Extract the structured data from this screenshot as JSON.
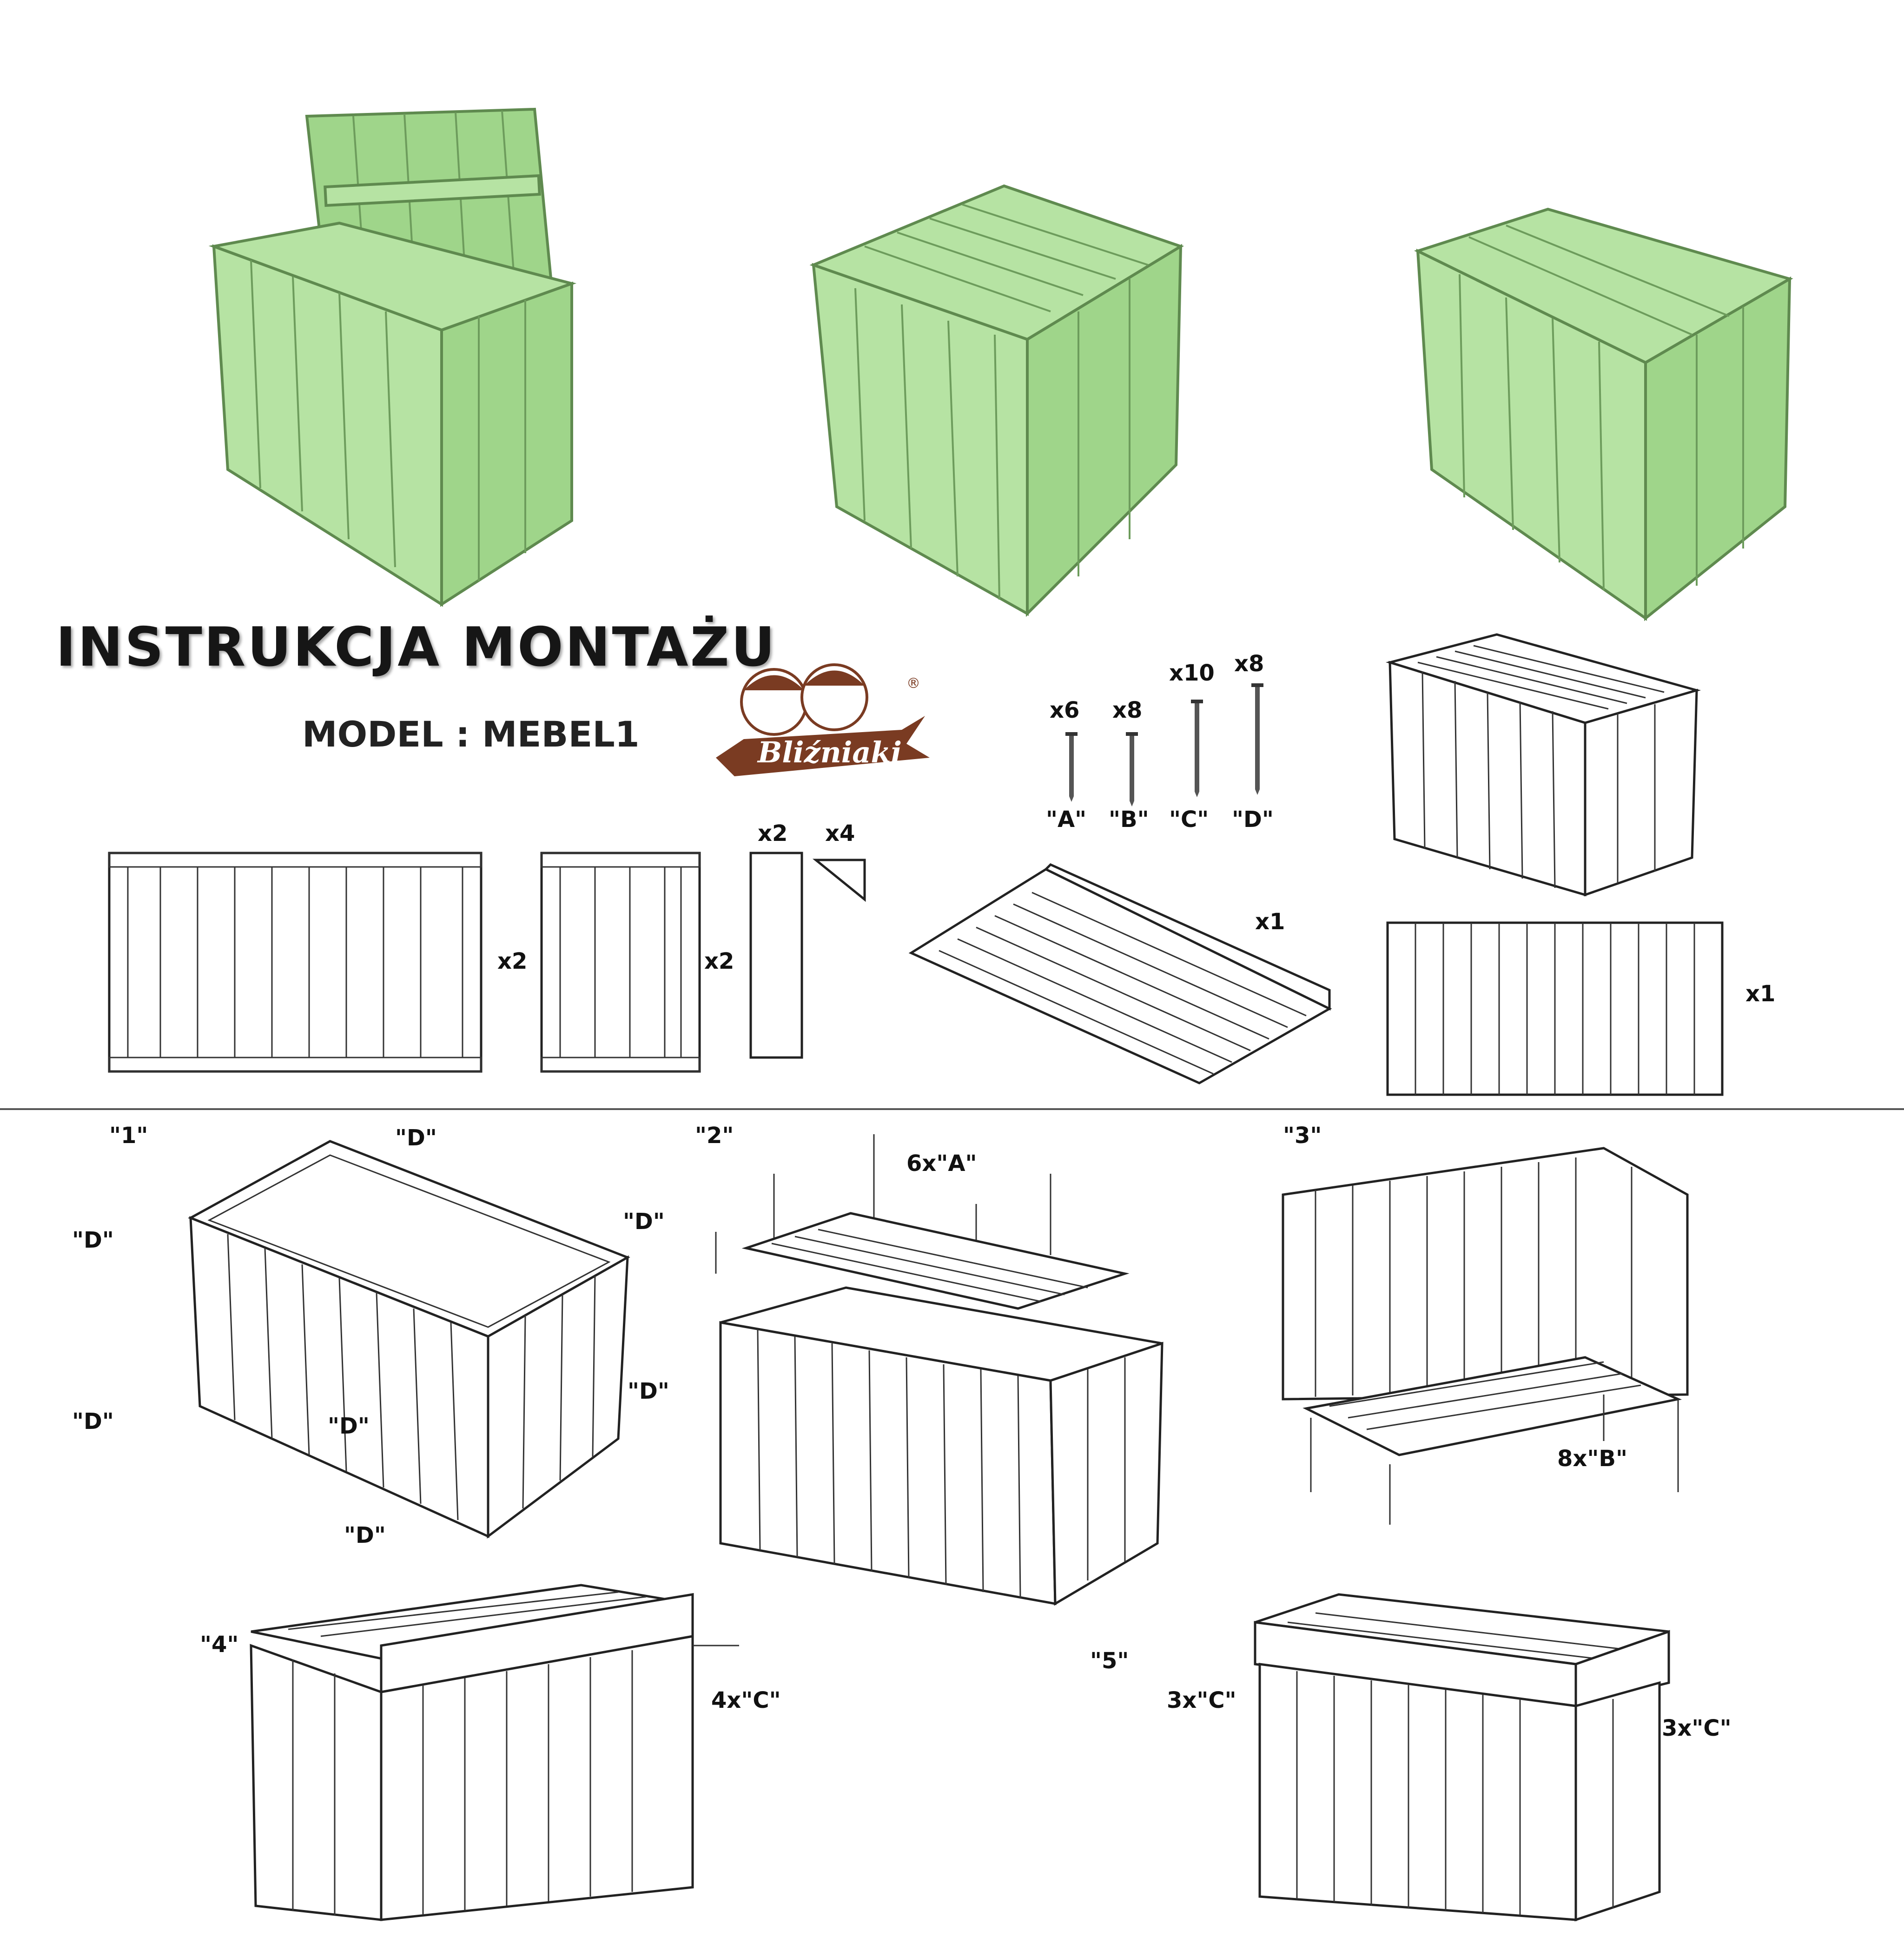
{
  "header": {
    "title": "INSTRUKCJA  MONTAŻU",
    "model": "MODEL : MEBEL1"
  },
  "logo": {
    "text": "Bliźniaki",
    "registered": "®"
  },
  "hardware": [
    {
      "qty": "x6",
      "label": "\"A\""
    },
    {
      "qty": "x8",
      "label": "\"B\""
    },
    {
      "qty": "x10",
      "label": "\"C\""
    },
    {
      "qty": "x8",
      "label": "\"D\""
    }
  ],
  "parts": {
    "long_wall_qty": "x2",
    "short_wall_qty": "x2",
    "post_qty": "x2",
    "corner_qty": "x4",
    "bottom_qty": "x1",
    "lid_qty": "x1"
  },
  "steps": {
    "s1": {
      "number": "\"1\"",
      "screw": "\"D\""
    },
    "s2": {
      "number": "\"2\"",
      "screw": "6x\"A\""
    },
    "s3": {
      "number": "\"3\"",
      "screw": "8x\"B\""
    },
    "s4": {
      "number": "\"4\"",
      "screw": "4x\"C\""
    },
    "s5": {
      "number": "\"5\"",
      "screw_left": "3x\"C\"",
      "screw_right": "3x\"C\""
    }
  },
  "colors": {
    "wood_green": "#b6e3a3",
    "line": "#222222"
  }
}
